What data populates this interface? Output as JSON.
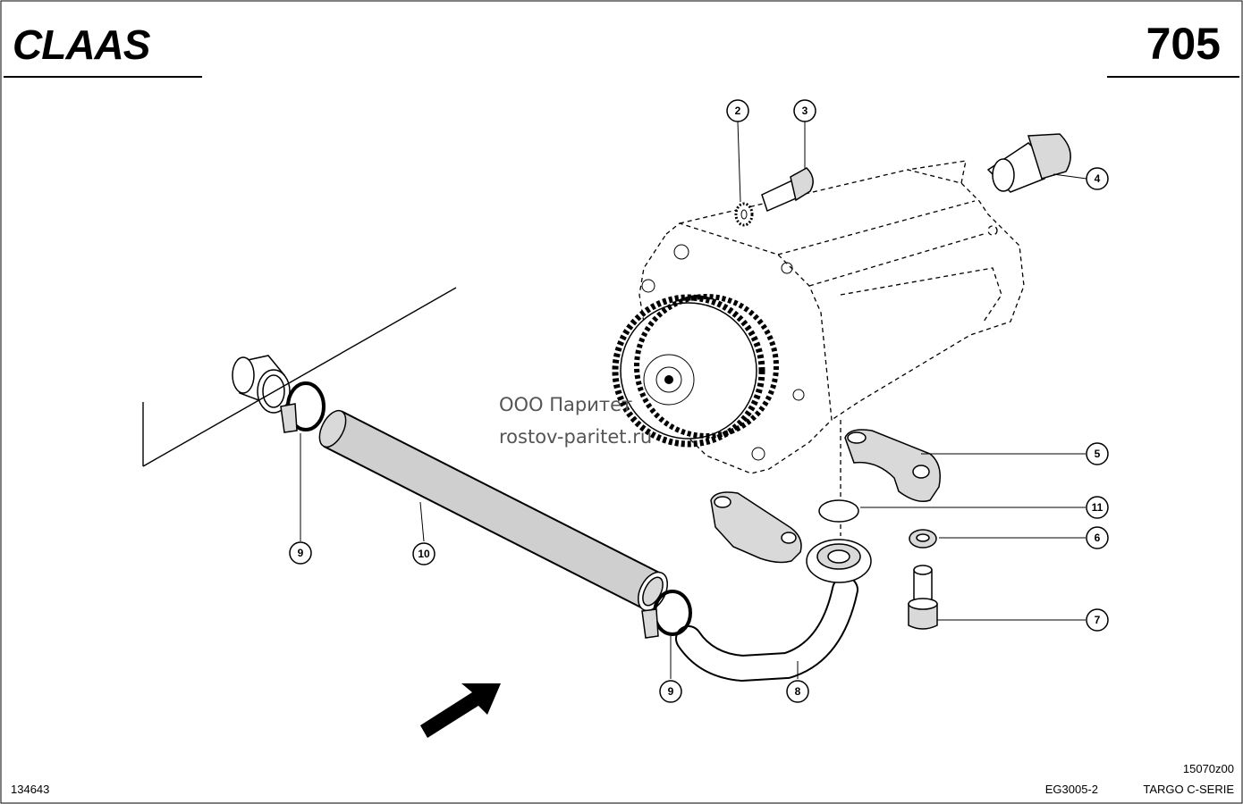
{
  "header": {
    "brand": "CLAAS",
    "page_number": "705"
  },
  "watermark": {
    "line1": "ООО Паритет",
    "line2": "rostov-paritet.ru"
  },
  "callouts": [
    {
      "id": "c2",
      "number": "2"
    },
    {
      "id": "c3",
      "number": "3"
    },
    {
      "id": "c4",
      "number": "4"
    },
    {
      "id": "c5",
      "number": "5"
    },
    {
      "id": "c11",
      "number": "11"
    },
    {
      "id": "c6",
      "number": "6"
    },
    {
      "id": "c7",
      "number": "7"
    },
    {
      "id": "c9a",
      "number": "9"
    },
    {
      "id": "c10",
      "number": "10"
    },
    {
      "id": "c9b",
      "number": "9"
    },
    {
      "id": "c8",
      "number": "8"
    }
  ],
  "footer": {
    "left_code": "134643",
    "drawing_code": "15070z00",
    "group_code": "EG3005-2",
    "series": "TARGO C-SERIE"
  }
}
